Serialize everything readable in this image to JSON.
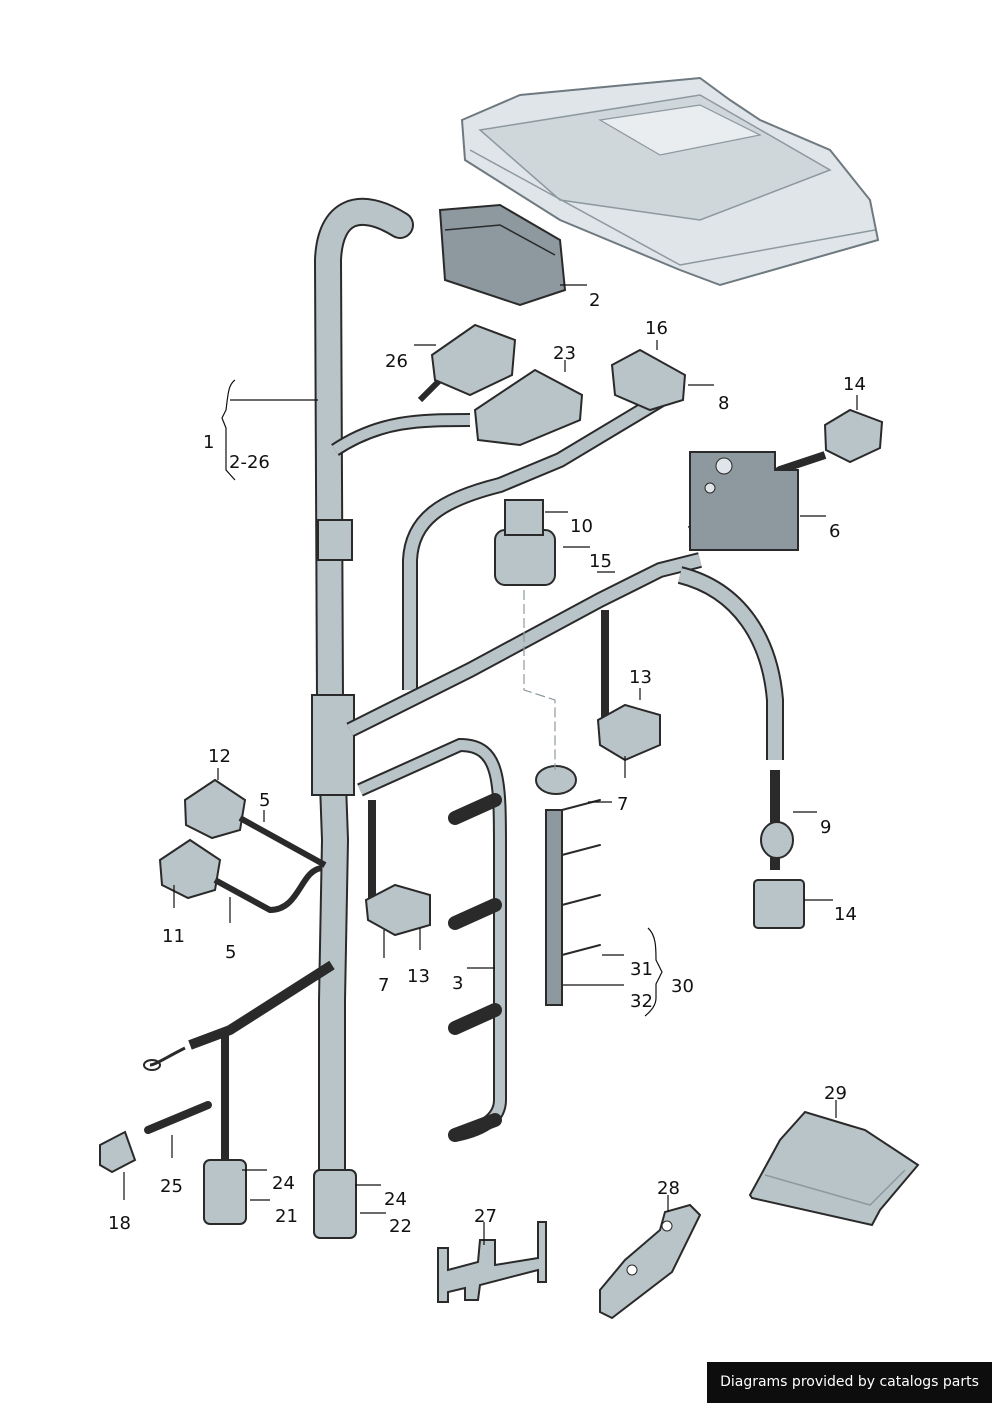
{
  "labels": {
    "l1": "1",
    "l2": "2",
    "l2_26": "2-26",
    "l3": "3",
    "l5a": "5",
    "l5b": "5",
    "l6": "6",
    "l7a": "7",
    "l7b": "7",
    "l7c": "7",
    "l8": "8",
    "l9": "9",
    "l10": "10",
    "l11": "11",
    "l12": "12",
    "l13a": "13",
    "l13b": "13",
    "l14a": "14",
    "l14b": "14",
    "l15": "15",
    "l16": "16",
    "l18": "18",
    "l21": "21",
    "l22": "22",
    "l23": "23",
    "l24a": "24",
    "l24b": "24",
    "l25": "25",
    "l26": "26",
    "l27": "27",
    "l28": "28",
    "l29": "29",
    "l30": "30",
    "l31": "31",
    "l32": "32"
  },
  "footer": {
    "credit": "Diagrams provided by catalogs parts"
  },
  "colors": {
    "part_fill": "#b9c4c9",
    "part_dark": "#8d999f",
    "part_light": "#dfe5e8",
    "ink": "#2a2a2a"
  }
}
